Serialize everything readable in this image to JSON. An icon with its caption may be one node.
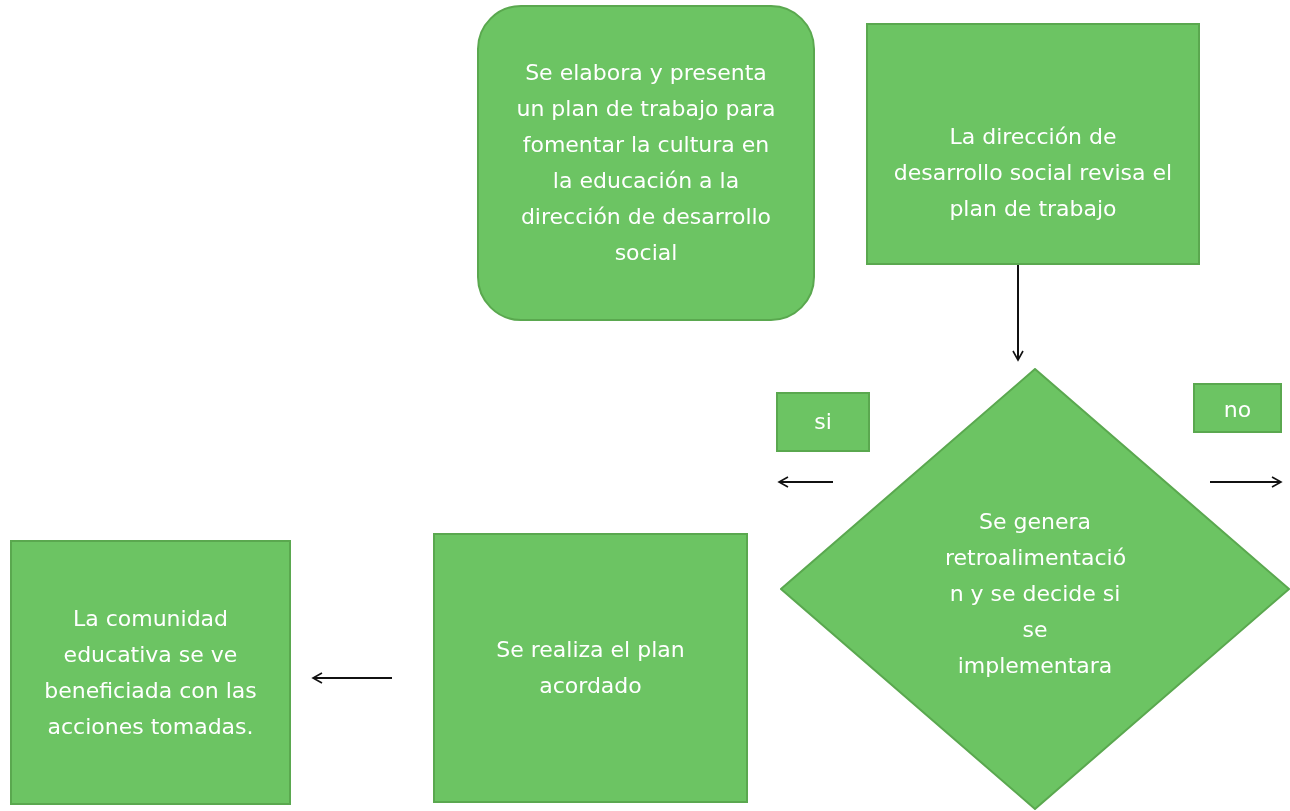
{
  "diagram": {
    "nodes": [
      {
        "text": [
          "Se elabora y presenta un plan de trabajo para fomentar la cultura en la educación a la dirección de desarrollo social"
        ]
      },
      {
        "text": [
          "La dirección de desarrollo social revisa el plan de trabajo"
        ]
      },
      {
        "text": [
          "Se genera retroalimentació n y se decide si se implementara"
        ]
      },
      {
        "text": [
          "si"
        ]
      },
      {
        "text": [
          "no"
        ]
      },
      {
        "text": [
          "Se realiza el plan acordado"
        ]
      },
      {
        "text": [
          "La comunidad educativa se ve beneficiada con las acciones tomadas."
        ]
      }
    ],
    "edges": [
      {
        "from": 1,
        "to": 2,
        "arrow": "to"
      },
      {
        "from": 5,
        "to": 6,
        "arrow": "to"
      }
    ]
  }
}
